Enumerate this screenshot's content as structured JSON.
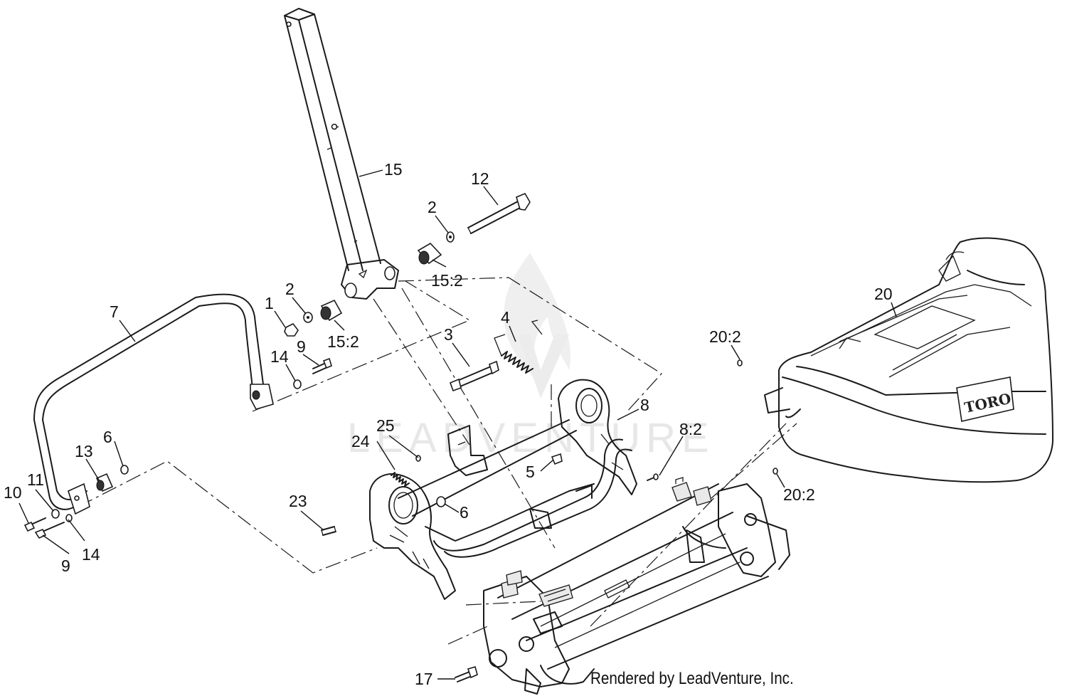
{
  "diagram": {
    "callouts": [
      "15",
      "12",
      "2",
      "15:2",
      "1",
      "2",
      "15:2",
      "7",
      "3",
      "4",
      "20",
      "20:2",
      "14",
      "9",
      "8",
      "8:2",
      "25",
      "6",
      "24",
      "13",
      "5",
      "20:2",
      "11",
      "10",
      "6",
      "23",
      "9",
      "14",
      "17"
    ],
    "brand_logo": "TORO",
    "watermark": "LEADVENTURE",
    "credit": "Rendered by LeadVenture, Inc."
  }
}
